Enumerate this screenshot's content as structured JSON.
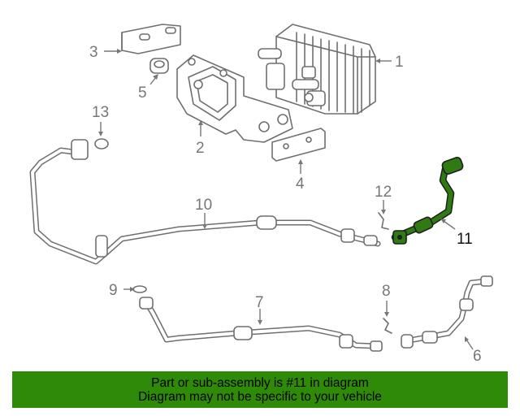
{
  "callouts": {
    "c1": "1",
    "c2": "2",
    "c3": "3",
    "c4": "4",
    "c5": "5",
    "c6": "6",
    "c7": "7",
    "c8": "8",
    "c9": "9",
    "c10": "10",
    "c11": "11",
    "c12": "12",
    "c13": "13"
  },
  "highlighted_part": "11",
  "colors": {
    "highlight": "#2f7a12",
    "banner": "#2f8a07",
    "line": "#6f6f6f"
  },
  "banner": {
    "line1": "Part or sub-assembly is #11 in diagram",
    "line2": "Diagram may not be specific to your vehicle"
  }
}
